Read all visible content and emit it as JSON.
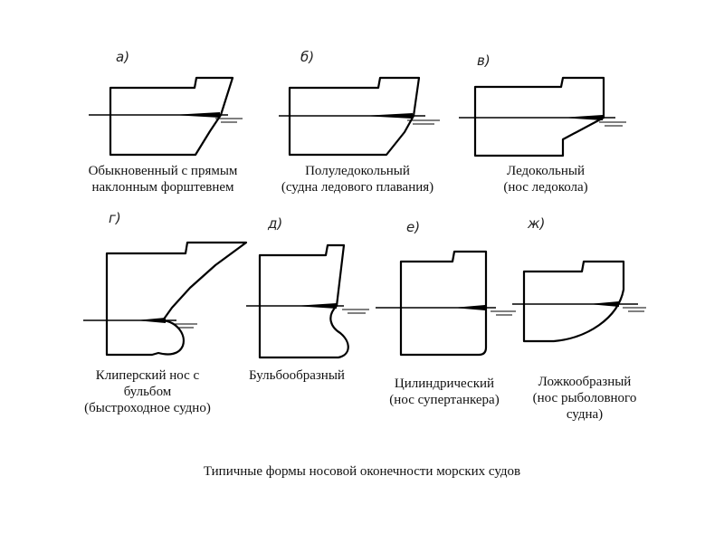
{
  "figures": [
    {
      "letter": "а)",
      "caption": [
        "Обыкновенный с прямым",
        "наклонным форштевнем"
      ]
    },
    {
      "letter": "б)",
      "caption": [
        "Полуледокольный",
        "(судна ледового плавания)"
      ]
    },
    {
      "letter": "в)",
      "caption": [
        "Ледокольный",
        "(нос  ледокола)"
      ]
    },
    {
      "letter": "г)",
      "caption": [
        "Клиперский нос с",
        "бульбом",
        "(быстроходное судно)"
      ]
    },
    {
      "letter": "д)",
      "caption": [
        "Бульбообразный"
      ]
    },
    {
      "letter": "е)",
      "caption": [
        "Цилиндрический",
        "(нос супертанкера)"
      ]
    },
    {
      "letter": "ж)",
      "caption": [
        "Ложкообразный",
        "(нос рыболовного",
        "судна)"
      ]
    }
  ],
  "title": "Типичные формы носовой оконечности морских судов"
}
